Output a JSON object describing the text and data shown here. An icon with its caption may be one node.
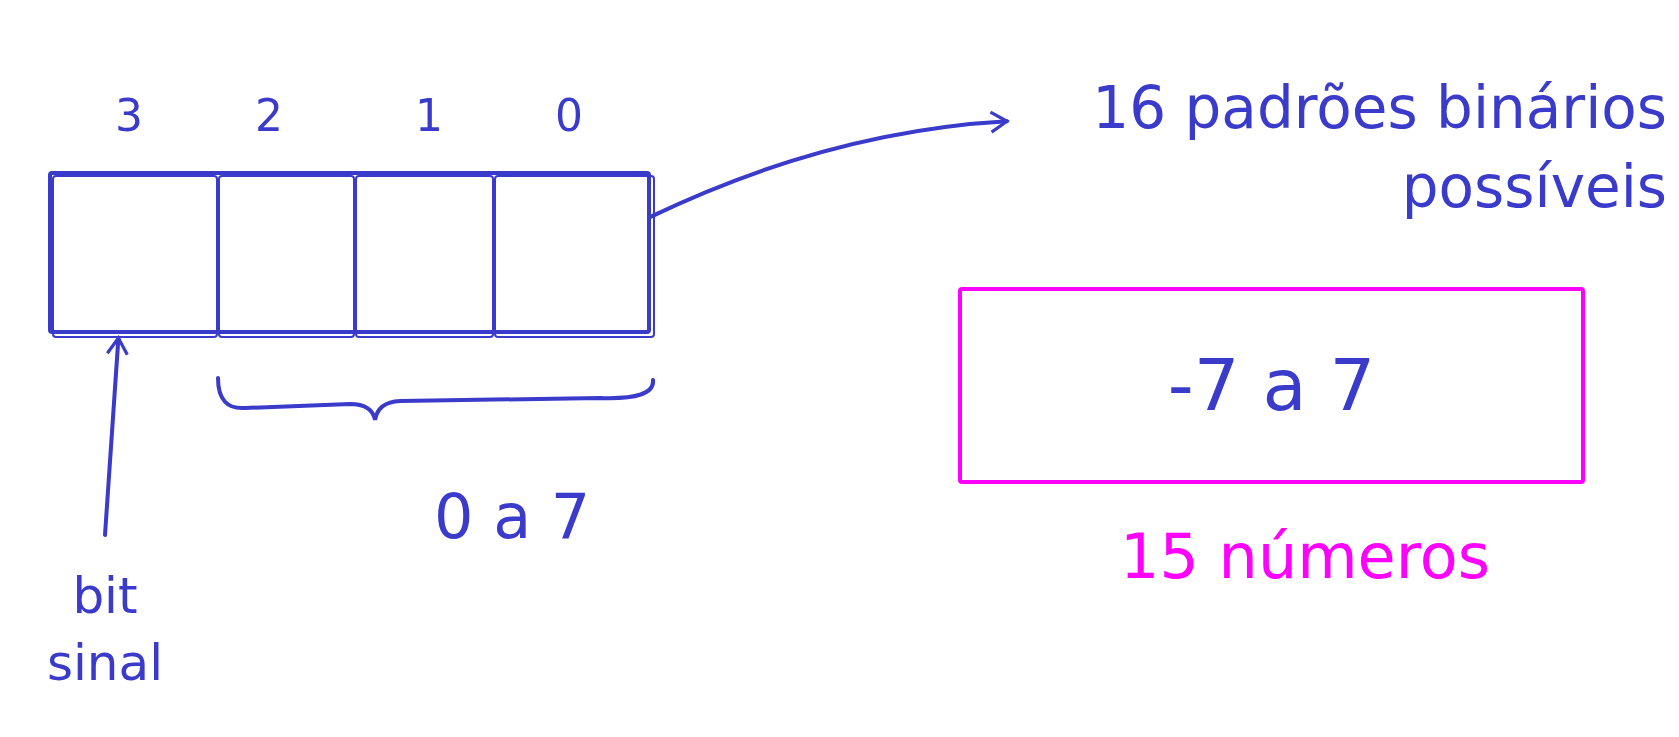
{
  "diagram": {
    "nodes": [
      {
        "text": [],
        "shape": "box"
      },
      {
        "text": [],
        "shape": "box",
        "in": 0,
        "beside": [
          "3"
        ]
      },
      {
        "text": [],
        "shape": "box",
        "in": 0,
        "beside": [
          "2"
        ]
      },
      {
        "text": [],
        "shape": "box",
        "in": 0,
        "beside": [
          "1"
        ]
      },
      {
        "text": [],
        "shape": "box",
        "in": 0,
        "beside": [
          "0"
        ]
      },
      {
        "text": [
          "16 padrões binários possíveis"
        ]
      },
      {
        "text": [
          "-7 a 7"
        ],
        "beside": [
          "15 números"
        ]
      },
      {
        "text": [
          "bit sinal"
        ]
      }
    ],
    "edges": [
      {
        "from": 0,
        "to": 5,
        "arrow": "to"
      },
      {
        "from": 7,
        "to": 1,
        "arrow": "to"
      }
    ],
    "labels": [
      "0 a 7"
    ]
  }
}
